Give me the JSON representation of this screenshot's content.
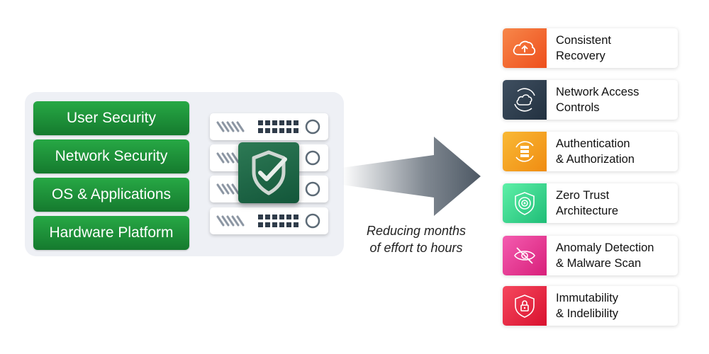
{
  "stack": {
    "layers": [
      {
        "label": "User Security"
      },
      {
        "label": "Network Security"
      },
      {
        "label": "OS & Applications"
      },
      {
        "label": "Hardware Platform"
      }
    ],
    "server_count": 4,
    "badge_icon": "shield-check-icon"
  },
  "caption": {
    "line1": "Reducing months",
    "line2": "of effort to hours"
  },
  "features": [
    {
      "line1": "Consistent",
      "line2": "Recovery",
      "icon": "cloud-upload-icon",
      "color": "#f26522"
    },
    {
      "line1": "Network Access",
      "line2": "Controls",
      "icon": "cloud-refresh-icon",
      "color": "#2e3d4c"
    },
    {
      "line1": "Authentication",
      "line2": "& Authorization",
      "icon": "database-refresh-icon",
      "color": "#f5a623"
    },
    {
      "line1": "Zero Trust",
      "line2": "Architecture",
      "icon": "shield-target-icon",
      "color": "#2ecc8a"
    },
    {
      "line1": "Anomaly Detection",
      "line2": "& Malware Scan",
      "icon": "eye-off-icon",
      "color": "#e3348f"
    },
    {
      "line1": "Immutability",
      "line2": "& Indelibility",
      "icon": "shield-lock-icon",
      "color": "#e8263f"
    }
  ],
  "colors": {
    "layer_green": "#1e8f39",
    "panel_bg": "#eef0f5",
    "badge_green": "#1f6b47",
    "arrow": "#55606c"
  }
}
